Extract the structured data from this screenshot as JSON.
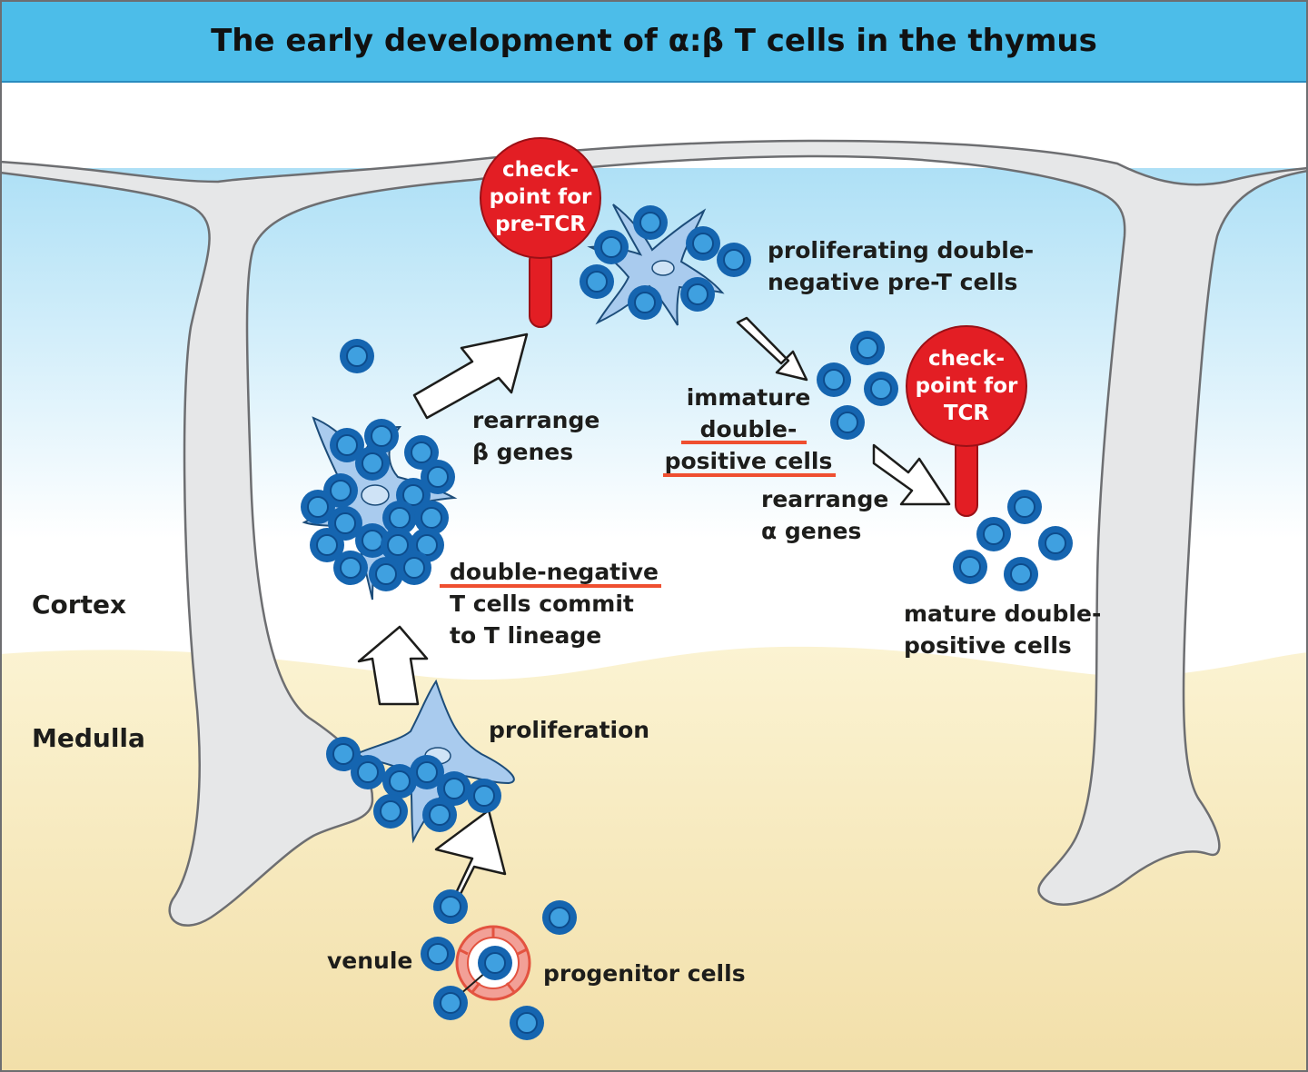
{
  "title": "The early development of α:β T cells in the thymus",
  "regions": {
    "cortex": "Cortex",
    "medulla": "Medulla"
  },
  "checkpoints": {
    "pre_tcr": [
      "check-",
      "point for",
      "pre-TCR"
    ],
    "tcr": [
      "check-",
      "point for",
      "TCR"
    ]
  },
  "labels": {
    "venule": "venule",
    "progenitor": "progenitor cells",
    "proliferation": "proliferation",
    "double_negative": [
      "double-negative",
      "T cells commit",
      "to T lineage"
    ],
    "rearrange_beta": [
      "rearrange",
      "β genes"
    ],
    "proliferating_pre_t": [
      "proliferating double-",
      "negative pre-T cells"
    ],
    "immature_dp": [
      "immature",
      "double-",
      "positive cells"
    ],
    "rearrange_alpha": [
      "rearrange",
      "α genes"
    ],
    "mature_dp": [
      "mature double-",
      "positive cells"
    ]
  },
  "colors": {
    "header": "#4cbde9",
    "cortex_sky": "#aee0f6",
    "medulla_sand": "#f7e8b5",
    "capsule": "#e6e7e8",
    "cell_outer": "#1565b0",
    "cell_inner": "#3fa0e0",
    "epithelial": "#a9cbee",
    "checkpoint_red": "#e31e24",
    "underline": "#ef4f30"
  }
}
